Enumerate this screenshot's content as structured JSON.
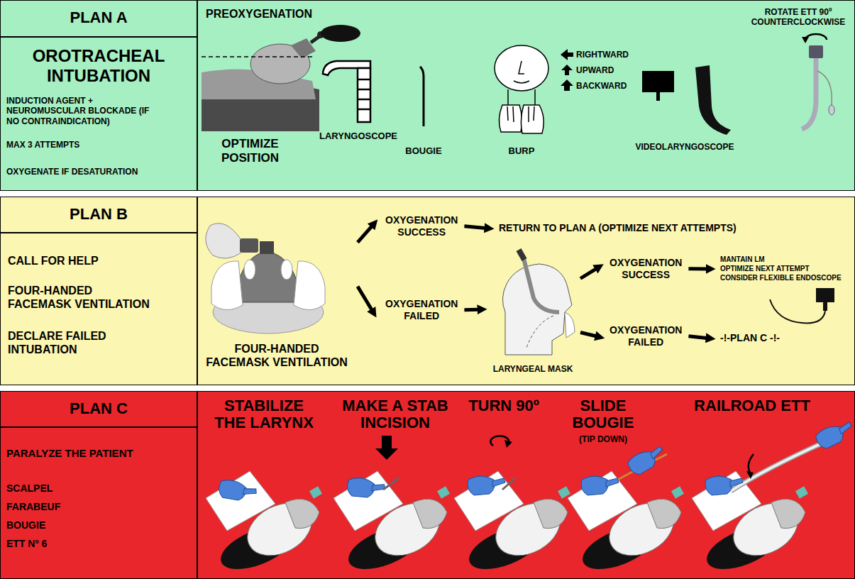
{
  "diagram": {
    "nodes": [
      {
        "text": [
          "PLAN A",
          "OROTRACHEAL INTUBATION",
          "INDUCTION AGENT + NEUROMUSCULAR BLOCKADE (IF NO CONTRAINDICATION)",
          "MAX 3 ATTEMPTS",
          "OXYGENATE IF DESATURATION"
        ]
      },
      {
        "text": [
          "PLAN B",
          "CALL FOR HELP",
          "FOUR-HANDED FACEMASK VENTILATION",
          "DECLARE FAILED INTUBATION"
        ]
      },
      {
        "text": [
          "FOUR-HANDED FACEMASK VENTILATION"
        ],
        "in": 1
      },
      {
        "text": [
          "OXYGENATION SUCCESS"
        ],
        "in": 1
      },
      {
        "text": [
          "RETURN TO PLAN A (OPTIMIZE NEXT ATTEMPTS)"
        ],
        "in": 1
      },
      {
        "text": [
          "OXYGENATION FAILED"
        ],
        "in": 1
      },
      {
        "text": [
          "LARYNGEAL MASK"
        ],
        "in": 1
      },
      {
        "text": [
          "OXYGENATION SUCCESS"
        ],
        "in": 1
      },
      {
        "text": [
          "MANTAIN LM",
          "OPTIMIZE NEXT ATTEMPT",
          "CONSIDER FLEXIBLE ENDOSCOPE"
        ],
        "in": 1
      },
      {
        "text": [
          "OXYGENATION FAILED"
        ],
        "in": 1
      },
      {
        "text": [
          "-!-PLAN C -!-"
        ],
        "in": 1
      },
      {
        "text": [
          "PLAN C",
          "PARALYZE THE PATIENT",
          "SCALPEL",
          "FARABEUF",
          "BOUGIE",
          "ETT Nº 6"
        ]
      }
    ],
    "edges": [
      {
        "from": 2,
        "to": 3,
        "arrow": "to"
      },
      {
        "from": 3,
        "to": 4,
        "arrow": "to"
      },
      {
        "from": 2,
        "to": 5,
        "arrow": "to"
      },
      {
        "from": 5,
        "to": 6,
        "arrow": "to"
      },
      {
        "from": 6,
        "to": 7,
        "arrow": "to"
      },
      {
        "from": 7,
        "to": 8,
        "arrow": "to"
      },
      {
        "from": 6,
        "to": 9,
        "arrow": "to"
      },
      {
        "from": 9,
        "to": 10,
        "arrow": "to"
      }
    ],
    "labels": [
      "PREOXYGENATION",
      "OPTIMIZE POSITION",
      "LARYNGOSCOPE",
      "BOUGIE",
      "BURP",
      "RIGHTWARD",
      "UPWARD",
      "BACKWARD",
      "VIDEOLARYNGOSCOPE",
      "ROTATE ETT 90º COUNTERCLOCKWISE",
      "STABILIZE THE LARYNX",
      "MAKE A STAB INCISION",
      "TURN 90º",
      "SLIDE BOUGIE",
      "(TIP DOWN)",
      "RAILROAD ETT"
    ]
  }
}
